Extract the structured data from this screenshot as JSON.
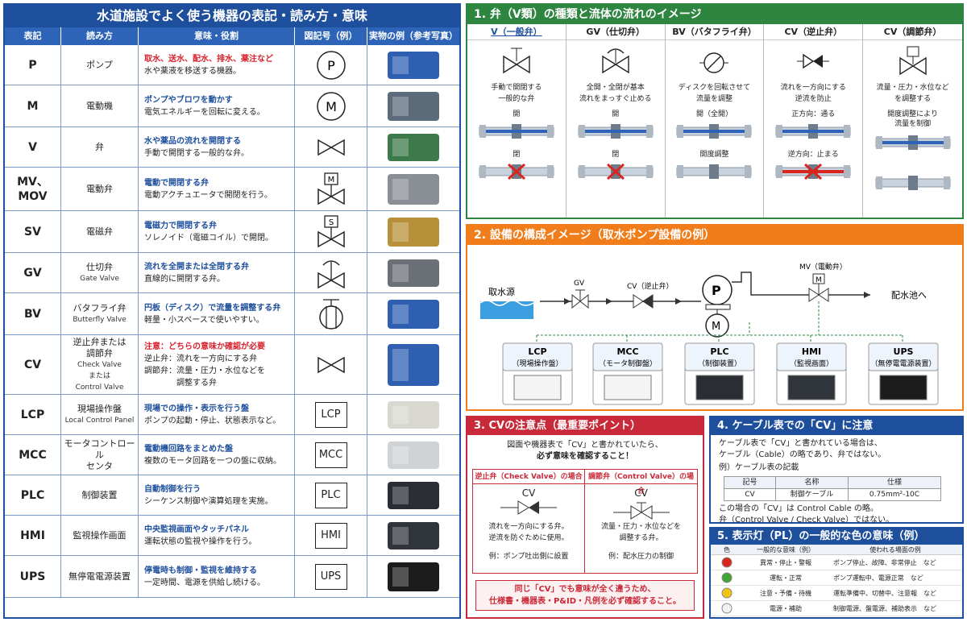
{
  "left": {
    "title": "水道施設でよく使う機器の表記・読み方・意味",
    "headers": [
      "表記",
      "読み方",
      "意味・役割",
      "図記号（例）",
      "実物の例（参考写真）"
    ],
    "rows": [
      {
        "code": "P",
        "name": "ポンプ",
        "en": "",
        "t1": "取水、送水、配水、排水、薬注など",
        "t1_red": true,
        "t2": "水や薬液を移送する機器。",
        "sym": "P"
      },
      {
        "code": "M",
        "name": "電動機",
        "en": "",
        "t1": "ポンプやブロワを動かす",
        "t1_red": false,
        "t2": "電気エネルギーを回転に変える。",
        "sym": "M"
      },
      {
        "code": "V",
        "name": "弁",
        "en": "",
        "t1": "水や薬品の流れを開閉する",
        "t1_red": false,
        "t2": "手動で開閉する一般的な弁。",
        "sym": ""
      },
      {
        "code": "MV、\nMOV",
        "name": "電動弁",
        "en": "",
        "t1": "電動で開閉する弁",
        "t1_red": false,
        "t2": "電動アクチュエータで開閉を行う。",
        "sym": "M"
      },
      {
        "code": "SV",
        "name": "電磁弁",
        "en": "",
        "t1": "電磁力で開閉する弁",
        "t1_red": false,
        "t2": "ソレノイド（電磁コイル）で開閉。",
        "sym": "S"
      },
      {
        "code": "GV",
        "name": "仕切弁",
        "en": "Gate Valve",
        "t1": "流れを全開または全閉する弁",
        "t1_red": false,
        "t2": "直線的に開閉する弁。",
        "sym": ""
      },
      {
        "code": "BV",
        "name": "バタフライ弁",
        "en": "Butterfly Valve",
        "t1": "円板（ディスク）で流量を調整する弁",
        "t1_red": false,
        "t2": "軽量・小スペースで使いやすい。",
        "sym": ""
      },
      {
        "code": "CV",
        "name": "逆止弁または\n調節弁",
        "en": "Check Valve\nまたは\nControl Valve",
        "t1": "注意：どちらの意味か確認が必要",
        "t1_red": true,
        "t2": "逆止弁：流れを一方向にする弁\n調節弁：流量・圧力・水位などを\n　　　　調整する弁",
        "sym": ""
      },
      {
        "code": "LCP",
        "name": "現場操作盤",
        "en": "Local Control Panel",
        "t1": "現場での操作・表示を行う盤",
        "t1_red": false,
        "t2": "ポンプの起動・停止、状態表示など。",
        "sym": "LCP"
      },
      {
        "code": "MCC",
        "name": "モータコントロール\nセンタ",
        "en": "",
        "t1": "電動機回路をまとめた盤",
        "t1_red": false,
        "t2": "複数のモータ回路を一つの盤に収納。",
        "sym": "MCC"
      },
      {
        "code": "PLC",
        "name": "制御装置",
        "en": "",
        "t1": "自動制御を行う",
        "t1_red": false,
        "t2": "シーケンス制御や演算処理を実施。",
        "sym": "PLC"
      },
      {
        "code": "HMI",
        "name": "監視操作画面",
        "en": "",
        "t1": "中央監視画面やタッチパネル",
        "t1_red": false,
        "t2": "運転状態の監視や操作を行う。",
        "sym": "HMI"
      },
      {
        "code": "UPS",
        "name": "無停電電源装置",
        "en": "",
        "t1": "停電時も制御・監視を維持する",
        "t1_red": false,
        "t2": "一定時間、電源を供給し続ける。",
        "sym": "UPS"
      }
    ]
  },
  "p1": {
    "title": "1. 弁（V類）の種類と流体の流れのイメージ",
    "cols": [
      {
        "head": "V（一般弁）",
        "desc": "手動で開閉する\n一般的な弁",
        "l1": "開",
        "l2": "閉"
      },
      {
        "head": "GV（仕切弁）",
        "desc": "全開・全閉が基本\n流れをまっすぐ止める",
        "l1": "開",
        "l2": "閉"
      },
      {
        "head": "BV（バタフライ弁）",
        "desc": "ディスクを回転させて\n流量を調整",
        "l1": "開（全開）",
        "l2": "開度調整"
      },
      {
        "head": "CV（逆止弁）",
        "desc": "流れを一方向にする\n逆流を防止",
        "l1": "正方向：通る",
        "l2": "逆方向：止まる"
      },
      {
        "head": "CV（調節弁）",
        "desc": "流量・圧力・水位など\nを調整する",
        "l1": "開度調整により\n流量を制御",
        "l2": ""
      }
    ]
  },
  "p2": {
    "title": "2. 設備の構成イメージ（取水ポンプ設備の例）",
    "source": "取水源",
    "gv": "GV",
    "cv": "CV（逆止弁）",
    "mv": "MV（電動弁）",
    "dest": "配水池へ",
    "pump": "P",
    "motor": "M",
    "mv_box": "M",
    "boxes": [
      {
        "name": "LCP",
        "sub": "（現場操作盤）"
      },
      {
        "name": "MCC",
        "sub": "（モータ制御盤）"
      },
      {
        "name": "PLC",
        "sub": "（制御装置）"
      },
      {
        "name": "HMI",
        "sub": "（監視画面）"
      },
      {
        "name": "UPS",
        "sub": "（無停電電源装置）"
      }
    ]
  },
  "p3": {
    "title": "3. CVの注意点（最重要ポイント）",
    "intro1": "図面や機器表で「CV」と書かれていたら、",
    "intro2": "必ず意味を確認すること！",
    "left_head": "逆止弁（Check Valve）の場合",
    "right_head": "調節弁（Control Valve）の場合",
    "cv": "CV",
    "left_desc": "流れを一方向にする弁。\n逆流を防ぐために使用。",
    "right_desc": "流量・圧力・水位などを\n調整する弁。",
    "left_ex": "例：ポンプ吐出側に設置",
    "right_ex": "例：配水圧力の制御",
    "note1": "同じ「CV」でも意味が全く違うため、",
    "note2": "仕様書・機器表・P&ID・凡例を必ず確認すること。"
  },
  "p4": {
    "title": "4. ケーブル表での「CV」に注意",
    "l1": "ケーブル表で「CV」と書かれている場合は、",
    "l2": "ケーブル（Cable）の略であり、弁ではない。",
    "ex": "例）ケーブル表の記載",
    "th": [
      "記号",
      "名称",
      "仕様"
    ],
    "td": [
      "CV",
      "制御ケーブル",
      "0.75mm²-10C"
    ],
    "f1": "この場合の「CV」は Control Cable の略。",
    "f2": "弁（Control Valve / Check Valve）ではない。"
  },
  "p5": {
    "title": "5. 表示灯（PL）の一般的な色の意味（例）",
    "th": [
      "色",
      "一般的な意味（例）",
      "使われる場面の例"
    ],
    "rows": [
      {
        "color": "#d8261f",
        "mean": "異常・停止・警報",
        "use": "ポンプ停止、故障、非常停止　など"
      },
      {
        "color": "#3fa535",
        "mean": "運転・正常",
        "use": "ポンプ運転中、電源正常　など"
      },
      {
        "color": "#f1c40f",
        "mean": "注意・予備・待機",
        "use": "運転準備中、切替中、注意報　など"
      },
      {
        "color": "#f2f2f2",
        "mean": "電源・補助",
        "use": "制御電源、盤電源、補助表示　など"
      }
    ]
  }
}
